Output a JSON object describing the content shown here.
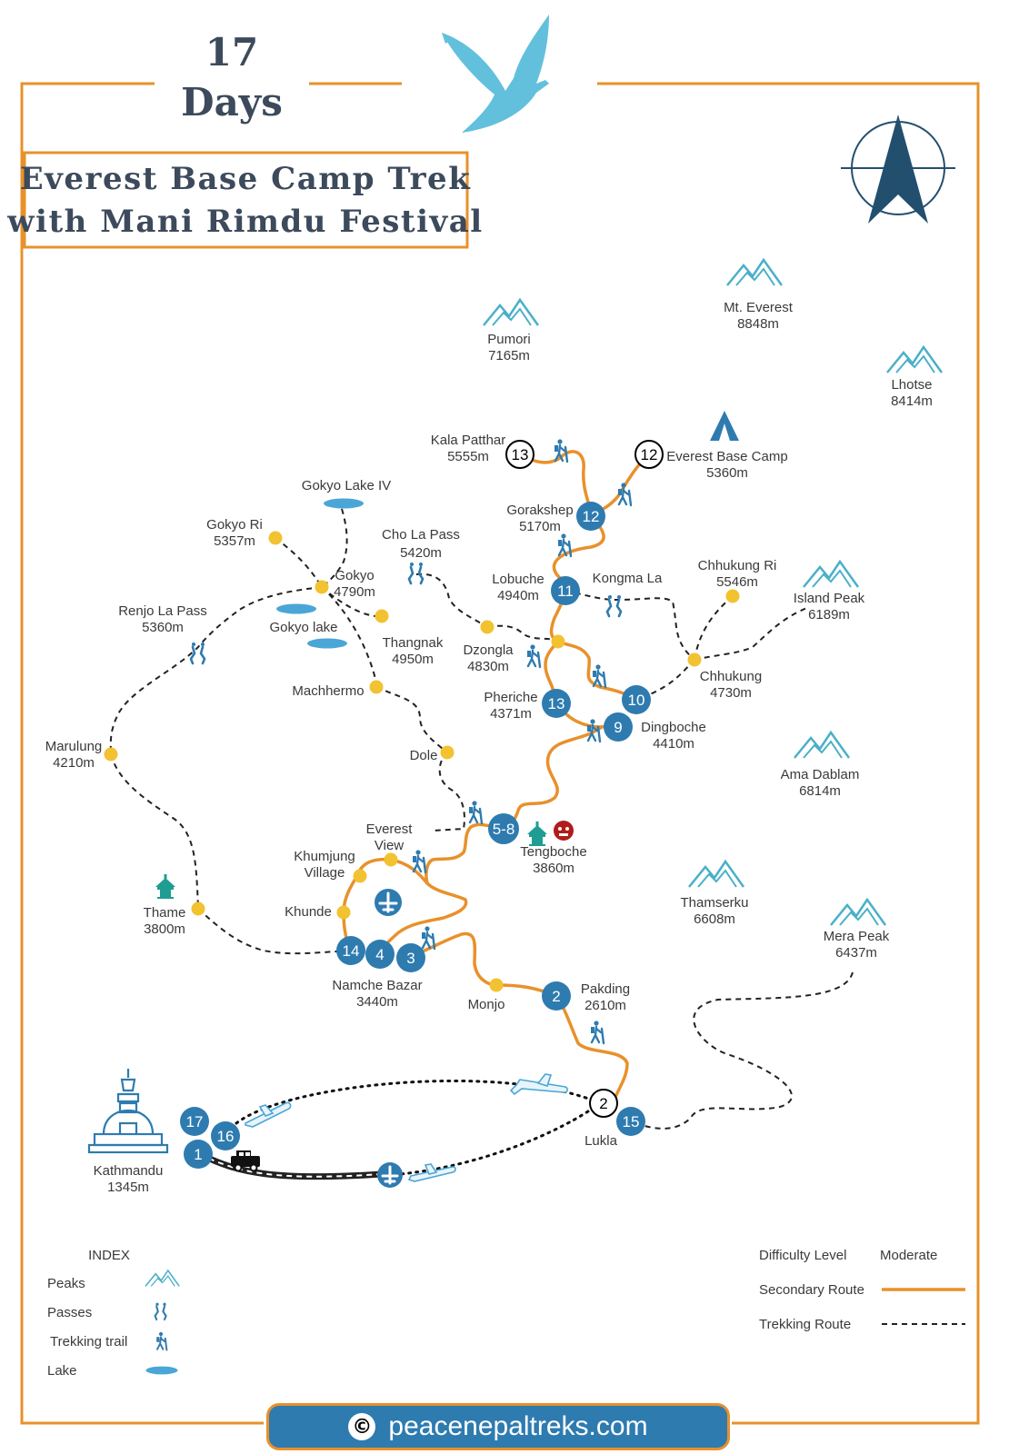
{
  "header": {
    "days_number": "17",
    "days_word": "Days",
    "title_line1": "Everest Base Camp Trek",
    "title_line2": "with Mani Rimdu Festival"
  },
  "peaks": {
    "pumori": {
      "name": "Pumori",
      "alt": "7165m"
    },
    "everest": {
      "name": "Mt. Everest",
      "alt": "8848m"
    },
    "lhotse": {
      "name": "Lhotse",
      "alt": "8414m"
    },
    "island": {
      "name": "Island Peak",
      "alt": "6189m"
    },
    "amadablam": {
      "name": "Ama Dablam",
      "alt": "6814m"
    },
    "thamserku": {
      "name": "Thamserku",
      "alt": "6608m"
    },
    "mera": {
      "name": "Mera Peak",
      "alt": "6437m"
    }
  },
  "places": {
    "kala_patthar": {
      "name": "Kala Patthar",
      "alt": "5555m"
    },
    "ebc": {
      "name": "Everest Base Camp",
      "alt": "5360m"
    },
    "gorakshep": {
      "name": "Gorakshep",
      "alt": "5170m"
    },
    "gokyo_lake_iv": {
      "name": "Gokyo Lake IV"
    },
    "gokyo_ri": {
      "name": "Gokyo Ri",
      "alt": "5357m"
    },
    "cho_la": {
      "name": "Cho La Pass",
      "alt": "5420m"
    },
    "gokyo": {
      "name": "Gokyo",
      "alt": "4790m"
    },
    "lobuche": {
      "name": "Lobuche",
      "alt": "4940m"
    },
    "kongma": {
      "name": "Kongma La"
    },
    "chhukung_ri": {
      "name": "Chhukung Ri",
      "alt": "5546m"
    },
    "renjo": {
      "name": "Renjo La Pass",
      "alt": "5360m"
    },
    "gokyo_lake": {
      "name": "Gokyo lake"
    },
    "thangnak": {
      "name": "Thangnak",
      "alt": "4950m"
    },
    "dzongla": {
      "name": "Dzongla",
      "alt": "4830m"
    },
    "chhukung": {
      "name": "Chhukung",
      "alt": "4730m"
    },
    "machhermo": {
      "name": "Machhermo"
    },
    "pheriche": {
      "name": "Pheriche",
      "alt": "4371m"
    },
    "dingboche": {
      "name": "Dingboche",
      "alt": "4410m"
    },
    "marulung": {
      "name": "Marulung",
      "alt": "4210m"
    },
    "dole": {
      "name": "Dole"
    },
    "everest_view_1": "Everest",
    "everest_view_2": "View",
    "tengboche": {
      "name": "Tengboche",
      "alt": "3860m"
    },
    "khumjung_1": "Khumjung",
    "khumjung_2": "Village",
    "thame": {
      "name": "Thame",
      "alt": "3800m"
    },
    "khunde": {
      "name": "Khunde"
    },
    "namche": {
      "name": "Namche Bazar",
      "alt": "3440m"
    },
    "monjo": {
      "name": "Monjo"
    },
    "pakding": {
      "name": "Pakding",
      "alt": "2610m"
    },
    "lukla": {
      "name": "Lukla"
    },
    "kathmandu": {
      "name": "Kathmandu",
      "alt": "1345m"
    }
  },
  "day_markers": {
    "kala": "13",
    "ebc": "12",
    "gorakshep": "12",
    "lobuche": "11",
    "pheriche": "13",
    "dingboche_a": "10",
    "dingboche_b": "9",
    "tengboche": "5-8",
    "namche_a": "14",
    "namche_b": "4",
    "namche_c": "3",
    "pakding": "2",
    "lukla_a": "2",
    "lukla_b": "15",
    "ktm_a": "17",
    "ktm_b": "16",
    "ktm_c": "1"
  },
  "index": {
    "title": "INDEX",
    "peaks": "Peaks",
    "passes": "Passes",
    "trail": "Trekking trail",
    "lake": "Lake"
  },
  "legend": {
    "difficulty_label": "Difficulty Level",
    "difficulty_value": "Moderate",
    "secondary": "Secondary Route",
    "trekking": "Trekking Route"
  },
  "footer": {
    "copyright_symbol": "©",
    "website": "peacenepaltreks.com"
  },
  "colors": {
    "frame": "#e8912b",
    "route": "#e8912b",
    "marker": "#2e7bb0",
    "village": "#f2c230",
    "peak_icon": "#4ab0c8",
    "bird": "#62c0dd",
    "compass": "#234f6e",
    "text": "#3a3a3a"
  }
}
